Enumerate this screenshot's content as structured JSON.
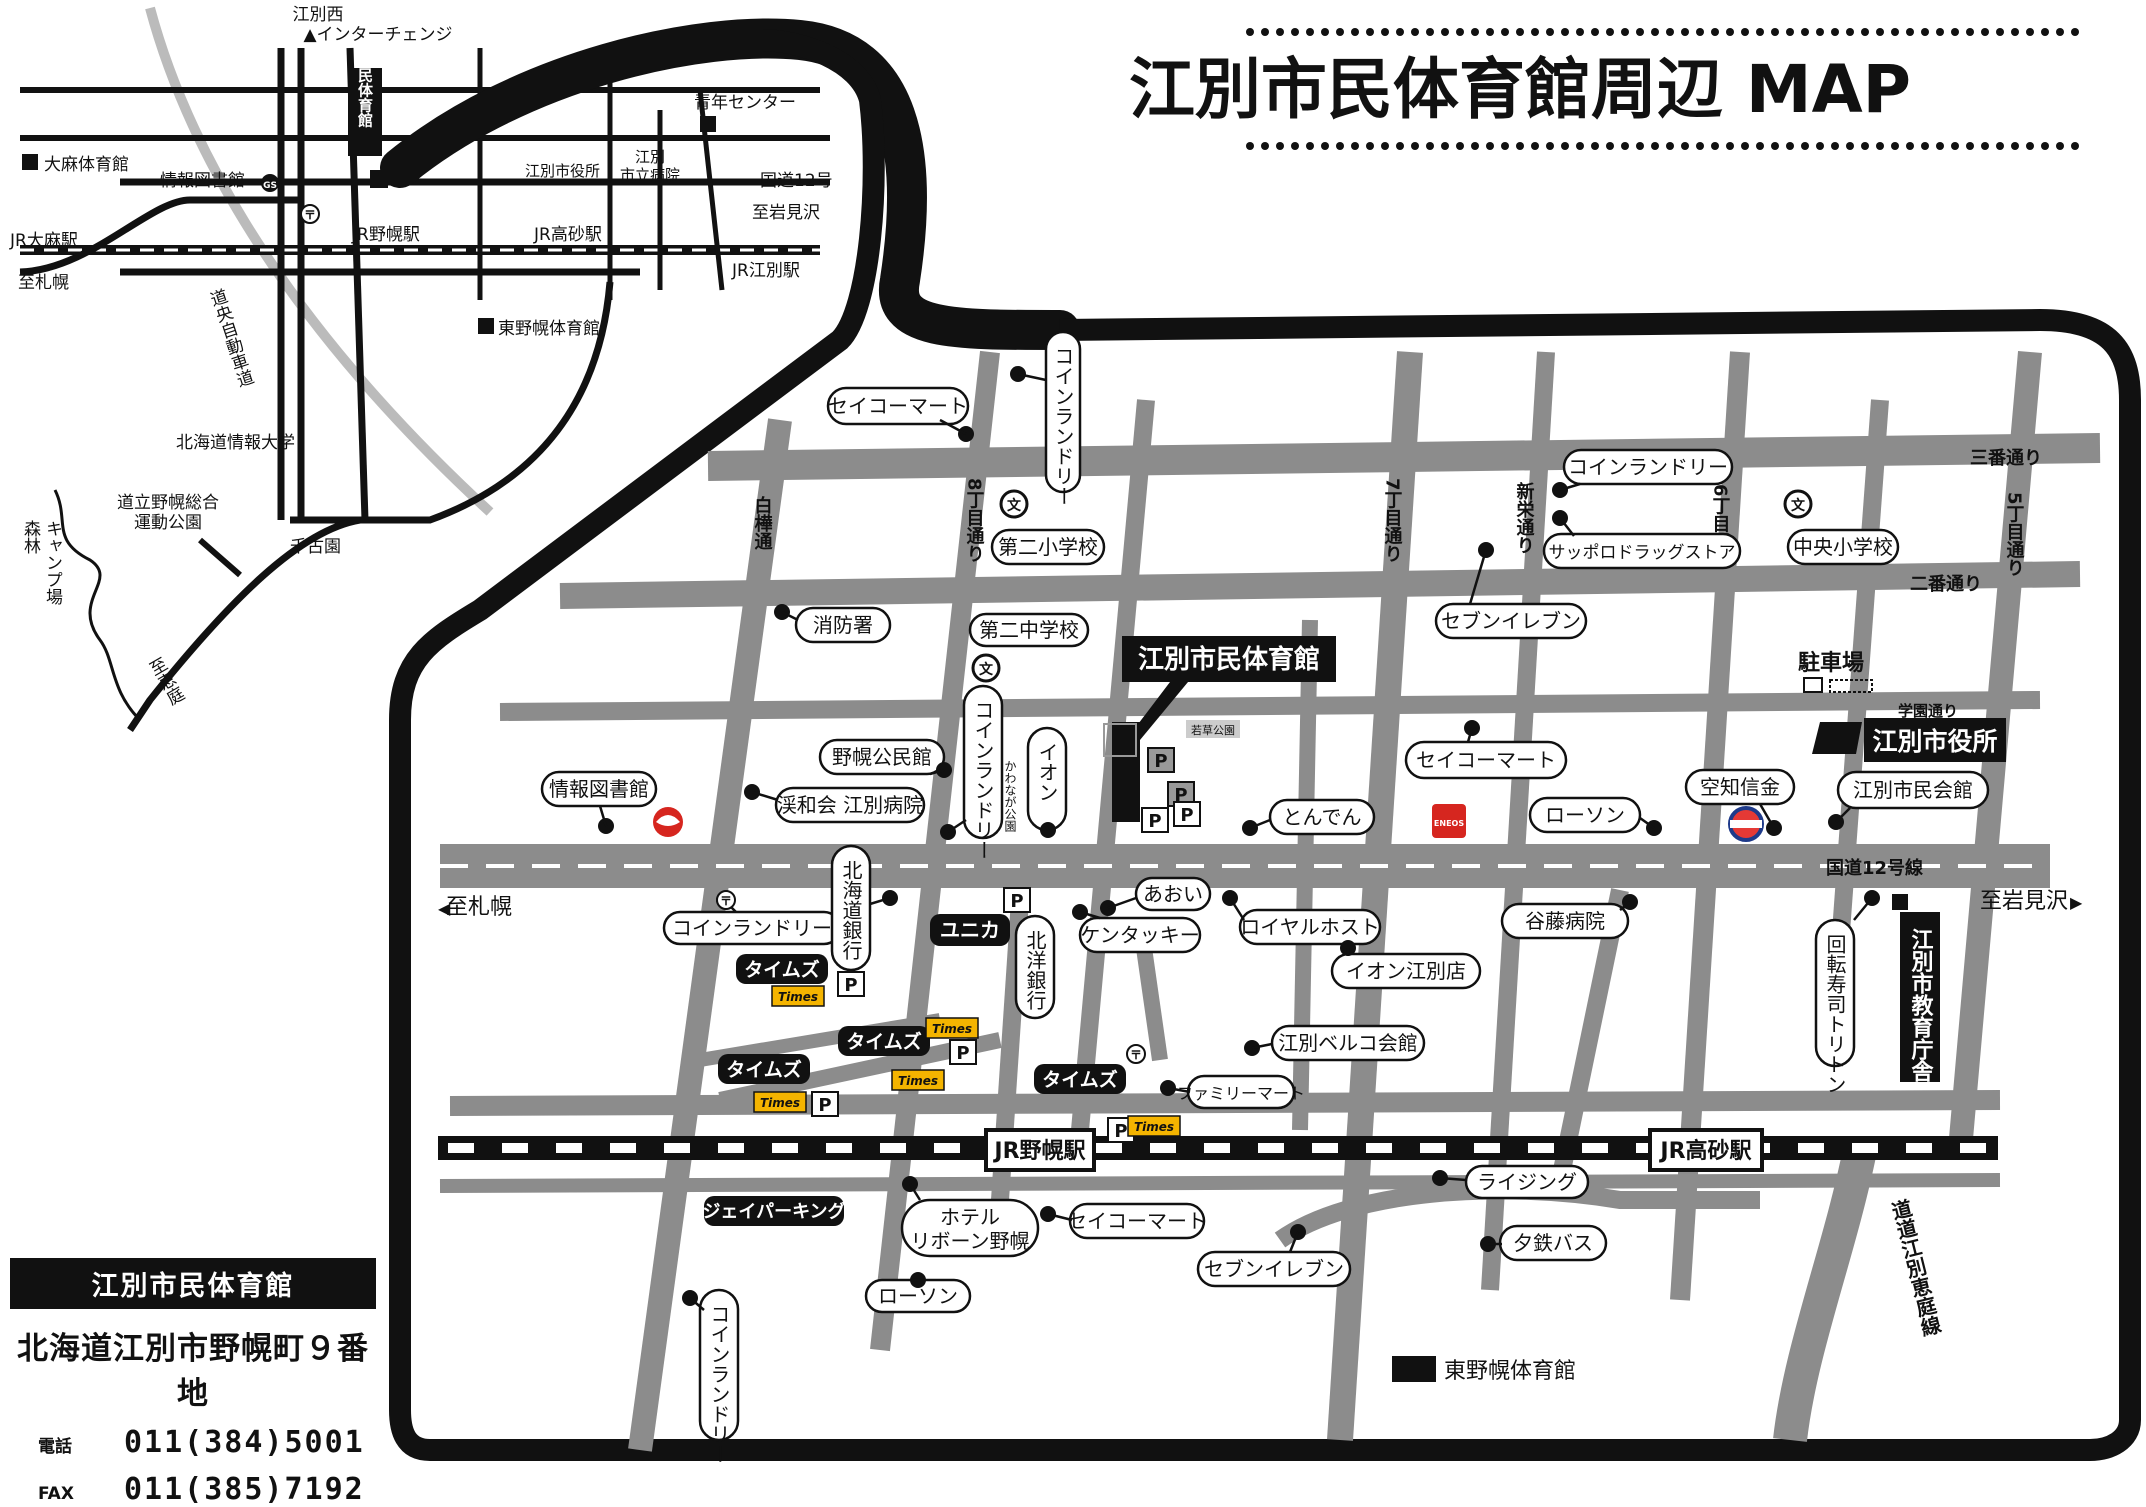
{
  "title": "江別市民体育館周辺 MAP",
  "info": {
    "name": "江別市民体育館",
    "address": "北海道江別市野幌町９番地",
    "tel_label": "電話",
    "tel": "011(384)5001",
    "fax_label": "FAX",
    "fax": "011(385)7192"
  },
  "overview": {
    "ic": "江別西\nインターチェンジ",
    "gym": "市民体育館",
    "asahi_gym": "大麻体育館",
    "library": "情報図書館",
    "gs": "GS",
    "youth": "青年センター",
    "city_hall": "江別市役所",
    "hospital": "江別\n市立病院",
    "route12": "国道12号",
    "to_iwamizawa": "至岩見沢",
    "jr_ooasa": "JR大麻駅",
    "jr_nopporo": "JR野幌駅",
    "jr_takasago": "JR高砂駅",
    "jr_ebetsu": "JR江別駅",
    "to_sapporo": "至札幌",
    "expressway": "道央自動車道",
    "higashi_gym": "東野幌体育館",
    "univ": "北海道情報大学",
    "park": "道立野幌総合\n運動公園",
    "chikoen": "千古園",
    "camp": "森林\nキャンプ場",
    "to_eniwa": "至恵庭"
  },
  "roads": {
    "sanban": "三番通り",
    "niban": "二番通り",
    "gakuen": "学園通り",
    "route12": "国道12号線",
    "shirakaba": "白樺通",
    "chome8": "8丁目通り",
    "chome7": "7丁目通り",
    "shineiba": "新栄通り",
    "chome6": "6丁目通り",
    "chome5": "5丁目通り",
    "eniwa": "道道江別恵庭線",
    "to_sapporo": "至札幌",
    "to_iwamizawa": "至岩見沢"
  },
  "places": {
    "main": "江別市民体育館",
    "wakakusa": "若草公園",
    "kawanaga": "かわなが公園",
    "city_hall": "江別市役所",
    "parking": "駐車場",
    "seico1": "セイコーマート",
    "laundry1": "コインランドリー",
    "laundry2": "コインランドリー",
    "sapporo_drug": "サッポロドラッグストア",
    "school2": "第二小学校",
    "chuo_school": "中央小学校",
    "seven1": "セブンイレブン",
    "fire": "消防署",
    "jhs2": "第二中学校",
    "laundry3": "コインランドリー",
    "aeon": "イオン",
    "nopporo_hall": "野幌公民館",
    "hospital": "渓和会 江別病院",
    "library": "情報図書館",
    "seico2": "セイコーマート",
    "tonden": "とんでん",
    "lawson1": "ローソン",
    "sorachi": "空知信金",
    "citizen_hall": "江別市民会館",
    "laundry4": "コインランドリー",
    "hokkaido_bank": "北海道銀行",
    "unica": "ユニカ",
    "hokuyo": "北洋銀行",
    "aoi": "あおい",
    "kfc": "ケンタッキー",
    "royal": "ロイヤルホスト",
    "tanifuji": "谷藤病院",
    "sushi": "回転寿司トリトン",
    "board": "江別市教育庁舎",
    "aeon_ebetsu": "イオン江別店",
    "belco": "江別ベルコ会館",
    "family": "ファミリーマート",
    "times": "タイムズ",
    "times_logo": "Times",
    "jr_nopporo": "JR野幌駅",
    "jr_takasago": "JR高砂駅",
    "j_parking": "ジェイパーキング",
    "hotel": "ホテル\nリボーン野幌",
    "seico3": "セイコーマート",
    "rising": "ライジング",
    "seven2": "セブンイレブン",
    "yutetsu": "夕鉄バス",
    "lawson2": "ローソン",
    "laundry5": "コインランドリー",
    "higashi_gym": "東野幌体育館",
    "eneos": "ENEOS",
    "school_mark": "文",
    "p": "P"
  },
  "colors": {
    "ink": "#111111",
    "road": "#8c8c8c",
    "times": "#f4b400",
    "eneos": "#d6261f"
  }
}
